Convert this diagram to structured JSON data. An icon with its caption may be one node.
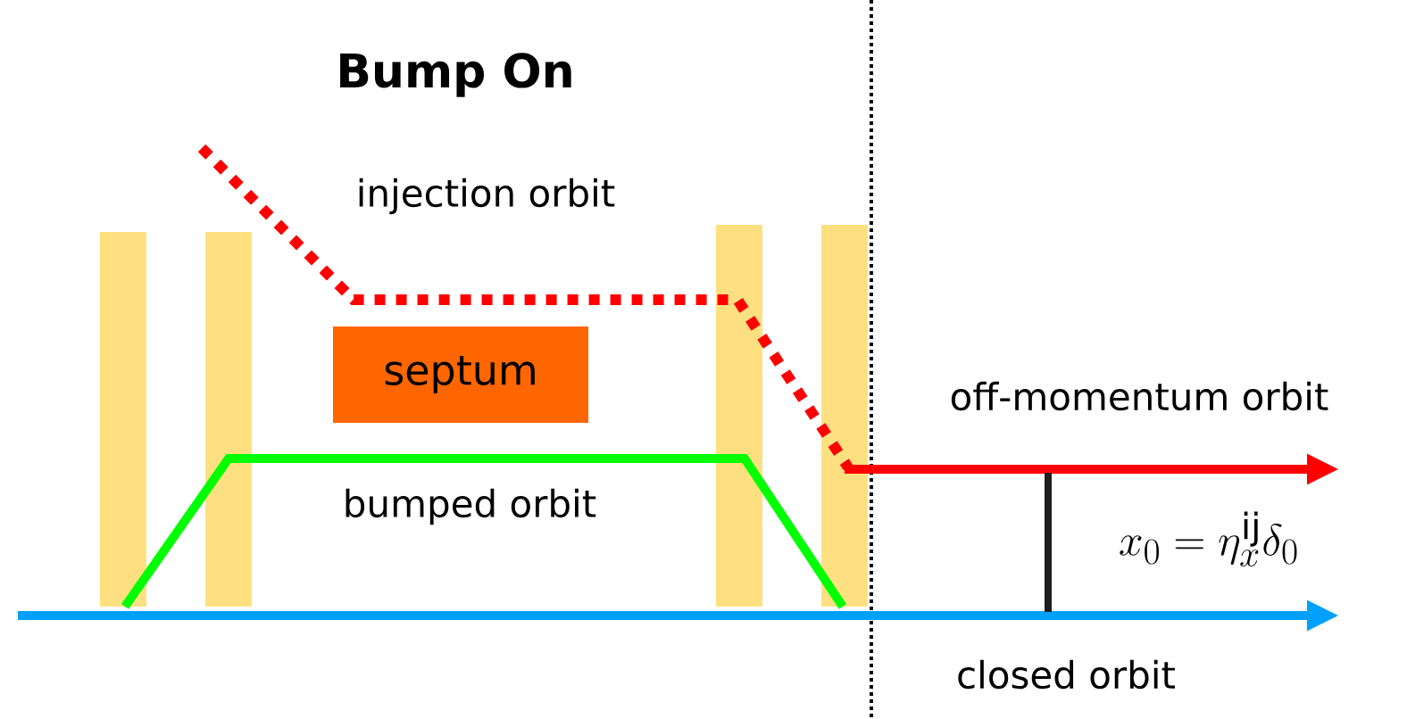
{
  "diagram": {
    "title": "Bump On",
    "nodes": [
      {
        "text": [
          "septum"
        ]
      }
    ],
    "labels": [
      "injection orbit",
      "bumped orbit",
      "off-momentum orbit",
      "x_0 = \\eta_x^{\\mathrm{ij}}\\delta_0",
      "closed orbit"
    ]
  }
}
